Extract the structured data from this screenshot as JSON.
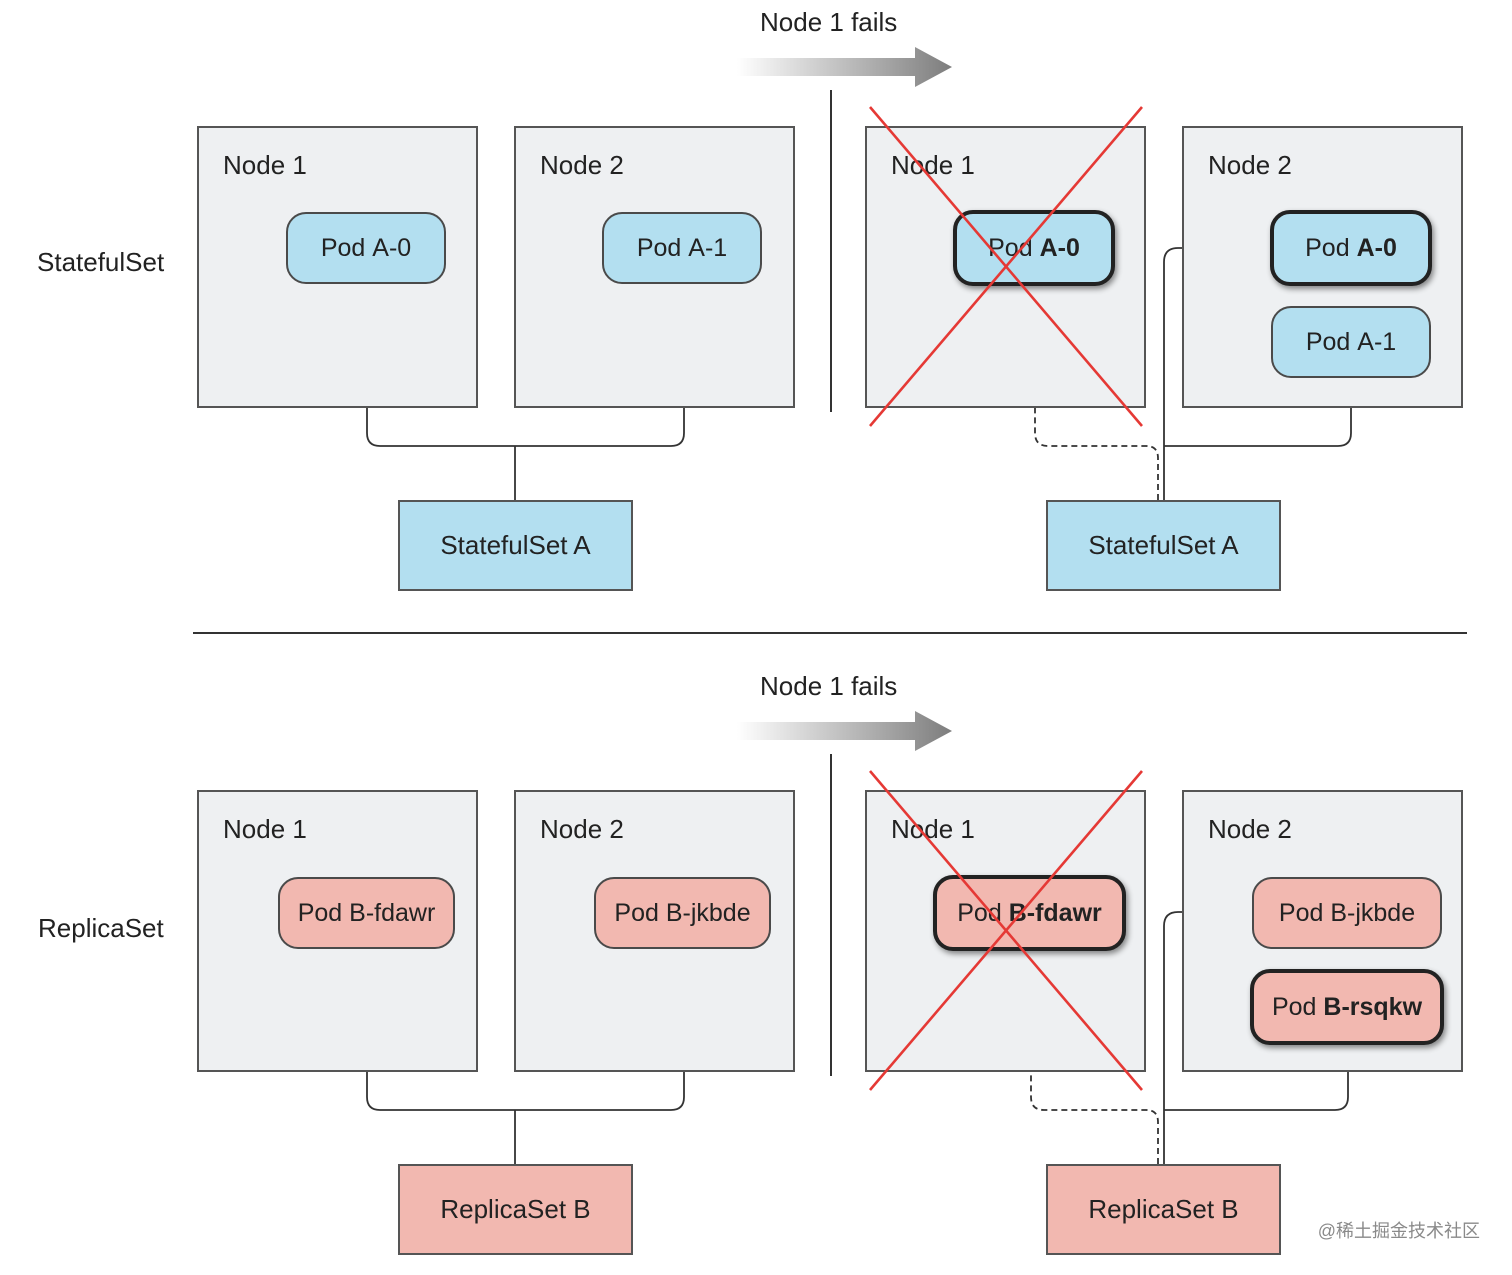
{
  "sections": [
    {
      "row_label": "StatefulSet",
      "event_label": "Node 1 fails",
      "before": {
        "node1": {
          "title": "Node 1",
          "pod": {
            "prefix": "Pod ",
            "bold": "",
            "rest": "A-0"
          }
        },
        "node2": {
          "title": "Node 2",
          "pod": {
            "prefix": "Pod ",
            "bold": "",
            "rest": "A-1"
          }
        },
        "controller": "StatefulSet A"
      },
      "after": {
        "node1": {
          "title": "Node 1",
          "pod": {
            "prefix": "Pod ",
            "bold": "A-0",
            "rest": ""
          }
        },
        "node2": {
          "title": "Node 2",
          "pod_new": {
            "prefix": "Pod ",
            "bold": "A-0",
            "rest": ""
          },
          "pod_existing": {
            "prefix": "Pod ",
            "bold": "",
            "rest": "A-1"
          }
        },
        "controller": "StatefulSet A"
      },
      "color": "#b3dff0"
    },
    {
      "row_label": "ReplicaSet",
      "event_label": "Node 1 fails",
      "before": {
        "node1": {
          "title": "Node 1",
          "pod": {
            "prefix": "Pod ",
            "bold": "",
            "rest": "B-fdawr"
          }
        },
        "node2": {
          "title": "Node 2",
          "pod": {
            "prefix": "Pod ",
            "bold": "",
            "rest": "B-jkbde"
          }
        },
        "controller": "ReplicaSet B"
      },
      "after": {
        "node1": {
          "title": "Node 1",
          "pod": {
            "prefix": "Pod ",
            "bold": "B-fdawr",
            "rest": ""
          }
        },
        "node2": {
          "title": "Node 2",
          "pod_existing": {
            "prefix": "Pod ",
            "bold": "",
            "rest": "B-jkbde"
          },
          "pod_new": {
            "prefix": "Pod ",
            "bold": "B-rsqkw",
            "rest": ""
          }
        },
        "controller": "ReplicaSet B"
      },
      "color": "#f2b8b0"
    }
  ],
  "watermark": "@稀土掘金技术社区",
  "colors": {
    "failure_cross": "#e53935",
    "node_fill": "#eef0f2",
    "stroke": "#444444"
  }
}
